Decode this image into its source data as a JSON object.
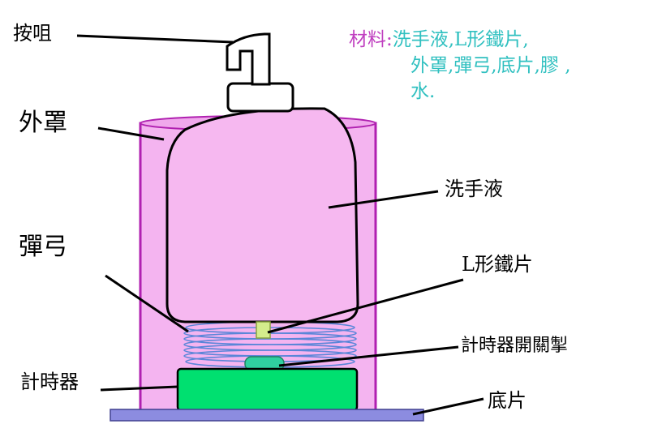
{
  "labels": {
    "pump": "按咀",
    "outer_cover": "外罩",
    "spring": "彈弓",
    "timer": "計時器",
    "soap": "洗手液",
    "l_iron": "L形鐵片",
    "timer_switch": "計時器開關掣",
    "base_plate": "底片"
  },
  "materials": {
    "title": "材料:",
    "line1": "洗手液,L形鐵片,",
    "line2": "外罩,彈弓,底片,膠 ,",
    "line3": "水."
  },
  "colors": {
    "cover_fill": "#f4b4f0",
    "cover_stroke": "#b020b0",
    "bottle_fill": "#f6b8f0",
    "spring": "#5a86d8",
    "timer_fill": "#00e070",
    "switch_fill": "#30d0a0",
    "l_iron_fill": "#d4ec8c",
    "base_fill": "#8c8ce0",
    "materials_title": "#c040c0",
    "materials_text": "#30c0c0"
  }
}
